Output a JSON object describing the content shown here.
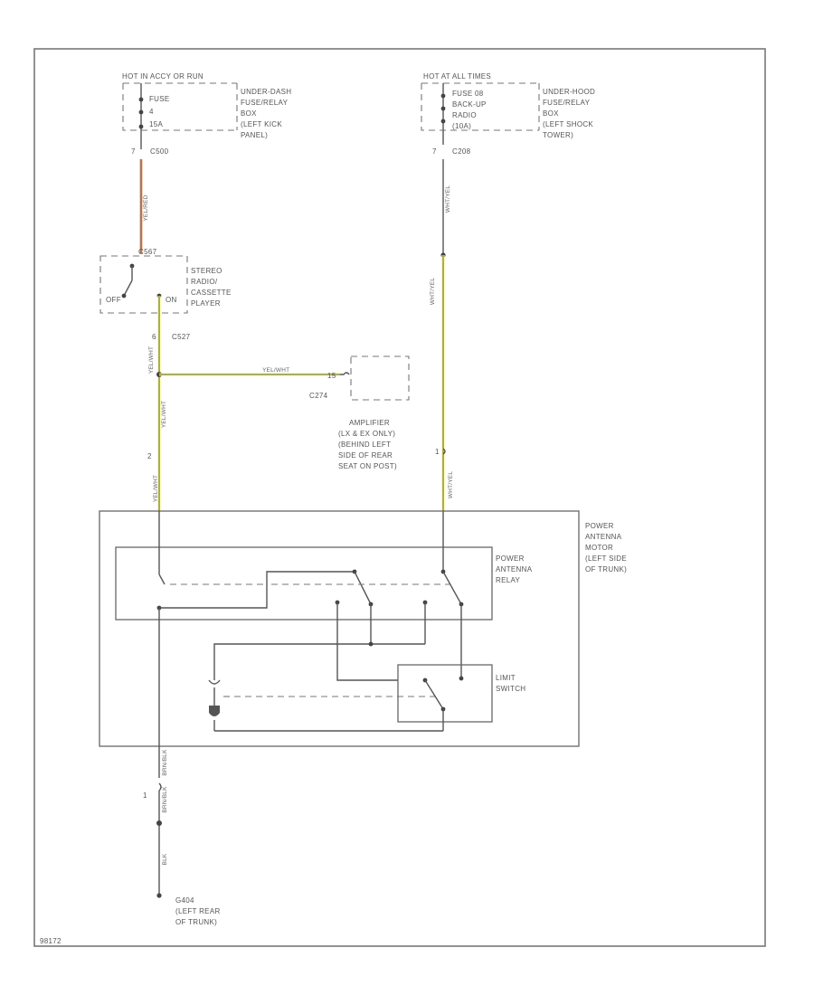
{
  "colors": {
    "orange_wire": "#f0a070",
    "yellow_wire": "#ffff70"
  },
  "left_fuse": {
    "header": "HOT IN ACCY OR RUN",
    "fuse_lines": [
      "FUSE",
      "4",
      "15A"
    ],
    "location_lines": [
      "UNDER-DASH",
      "FUSE/RELAY",
      "BOX",
      "(LEFT KICK",
      "PANEL)"
    ],
    "pin": "7",
    "connector": "C500"
  },
  "right_fuse": {
    "header": "HOT AT ALL TIMES",
    "fuse_lines": [
      "FUSE 08",
      "BACK-UP",
      "RADIO",
      "(10A)"
    ],
    "location_lines": [
      "UNDER-HOOD",
      "FUSE/RELAY",
      "BOX",
      "(LEFT SHOCK",
      "TOWER)"
    ],
    "pin": "7",
    "connector": "C208"
  },
  "radio": {
    "connector": "C567",
    "switch_off": "OFF",
    "switch_on": "ON",
    "label_lines": [
      "STEREO",
      "RADIO/",
      "CASSETTE",
      "PLAYER"
    ],
    "pin": "6",
    "connector2": "C527"
  },
  "amplifier": {
    "wire_label": "YEL/WHT",
    "pin": "15",
    "connector": "C274",
    "label_lines": [
      "AMPLIFIER",
      "(LX & EX ONLY)",
      "(BEHIND LEFT",
      "SIDE OF REAR",
      "SEAT ON POST)"
    ]
  },
  "wire_labels": {
    "orange_vertical": "YEL/RED",
    "white_upper": "WHT/YEL",
    "white_mid": "WHT/YEL",
    "white_lower": "WHT/YEL",
    "yel_upper": "YEL/WHT",
    "yel_mid": "YEL/WHT",
    "yel_lower": "YEL/WHT",
    "blk_upper": "BRN/BLK",
    "blk_mid": "BRN/BLK",
    "blk_lower": "BLK"
  },
  "antenna": {
    "motor_lines": [
      "POWER",
      "ANTENNA",
      "MOTOR",
      "(LEFT SIDE",
      "OF TRUNK)"
    ],
    "relay_lines": [
      "POWER",
      "ANTENNA",
      "RELAY"
    ],
    "limit_lines": [
      "LIMIT",
      "SWITCH"
    ],
    "pin_left": "2",
    "pin_right": "1"
  },
  "ground": {
    "pin": "1",
    "connector_label": "G404",
    "location_lines": [
      "(LEFT REAR",
      "OF TRUNK)"
    ]
  },
  "footer": {
    "code": "98172"
  }
}
